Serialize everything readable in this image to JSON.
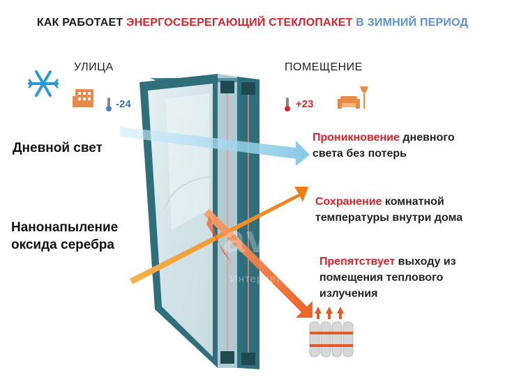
{
  "title": {
    "part1": "КАК РАБОТАЕТ",
    "part2": "ЭНЕРГОСБЕРЕГАЮЩИЙ СТЕКЛОПАКЕТ",
    "part3": "В ЗИМНИЙ ПЕРИОД"
  },
  "outside": {
    "label": "УЛИЦА",
    "temp": "-24"
  },
  "inside": {
    "label": "ПОМЕЩЕНИЕ",
    "temp": "+23"
  },
  "left_labels": {
    "daylight": "Дневной свет",
    "coating_line1": "Нанонапыление",
    "coating_line2": "оксида серебра"
  },
  "features": {
    "f1_hl": "Проникновение",
    "f1_rest": " дневного",
    "f1_line2": "света без потерь",
    "f2_hl": "Сохранение",
    "f2_rest": " комнатной",
    "f2_line2": "температуры внутри дома",
    "f3_hl": "Препятствует",
    "f3_rest": " выходу из",
    "f3_line2": "помещения теплового",
    "f3_line3": "излучения"
  },
  "watermark": {
    "main": "avito",
    "sub": "Интернет-магазин"
  },
  "colors": {
    "red": "#d9232d",
    "blue": "#5b8fd6",
    "frame": "#2f6f7c",
    "orange": "#f08a1c",
    "light_ray": "#8fd0ea"
  },
  "icons": [
    "snowflake-icon",
    "building-icon",
    "thermometer-icon",
    "sofa-icon",
    "lamp-icon",
    "radiator-icon"
  ]
}
